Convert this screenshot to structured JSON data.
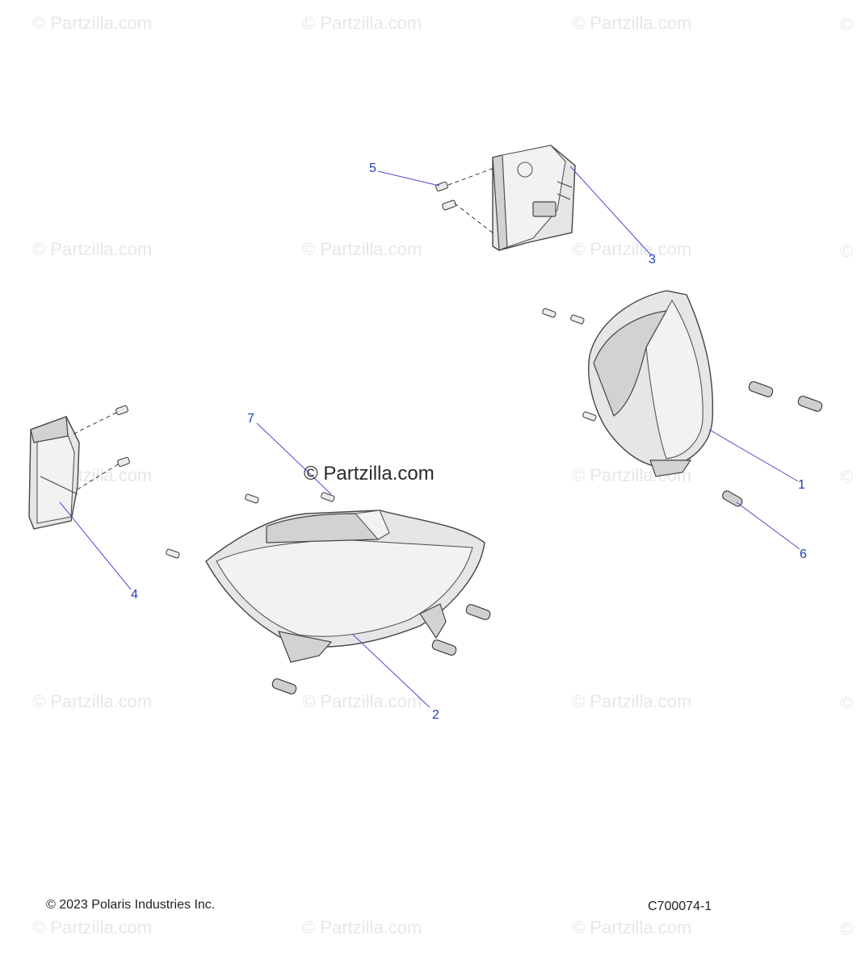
{
  "watermarks": {
    "text": "© Partzilla.com",
    "edge_symbol": "©",
    "center_text": "© Partzilla.com"
  },
  "callouts": [
    {
      "id": "c1",
      "label": "1"
    },
    {
      "id": "c2",
      "label": "2"
    },
    {
      "id": "c3",
      "label": "3"
    },
    {
      "id": "c4",
      "label": "4"
    },
    {
      "id": "c5",
      "label": "5"
    },
    {
      "id": "c6",
      "label": "6"
    },
    {
      "id": "c7",
      "label": "7"
    }
  ],
  "footer": {
    "copyright": "© 2023 Polaris Industries Inc.",
    "drawing_id": "C700074-1"
  },
  "colors": {
    "callout": "#1f3fbf",
    "watermark": "#e7e7e7"
  }
}
